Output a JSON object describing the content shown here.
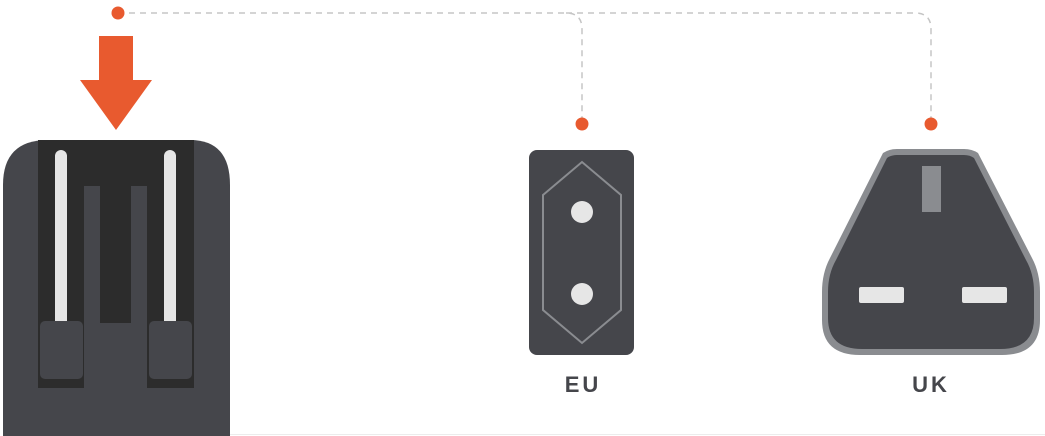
{
  "colors": {
    "accent": "#e85a2f",
    "plug_body": "#45464b",
    "plug_dark": "#2c2c2c",
    "pin_light": "#e6e6e6",
    "outline_gray": "#8a8c90",
    "connector_line": "#c5c5c5"
  },
  "plugs": [
    {
      "id": "eu",
      "label": "EU"
    },
    {
      "id": "uk",
      "label": "UK"
    }
  ],
  "icons": {
    "insert_arrow": "arrow-down-icon",
    "adapter": "adapter-icon",
    "eu_socket": "eu-plug-icon",
    "uk_socket": "uk-plug-icon"
  }
}
